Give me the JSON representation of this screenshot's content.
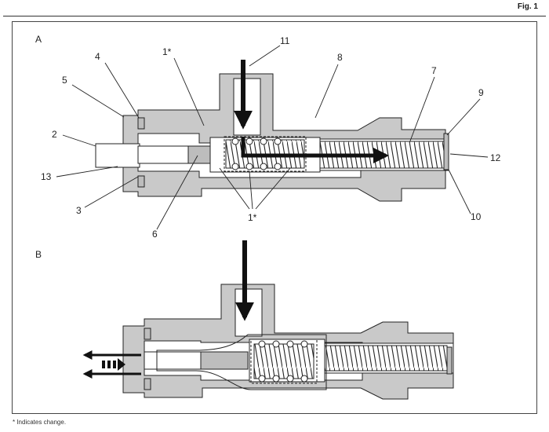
{
  "figure": {
    "label": "Fig. 1",
    "footnote": "* Indicates change."
  },
  "panels": {
    "a": {
      "letter": "A",
      "callouts": [
        "1*",
        "11",
        "4",
        "8",
        "5",
        "7",
        "9",
        "2",
        "12",
        "13",
        "3",
        "10",
        "6",
        "1*"
      ]
    },
    "b": {
      "letter": "B"
    }
  },
  "colors": {
    "body": "#c9c9c9",
    "hatch": "#bdbdbd",
    "line": "#222222",
    "arrow": "#111111"
  }
}
